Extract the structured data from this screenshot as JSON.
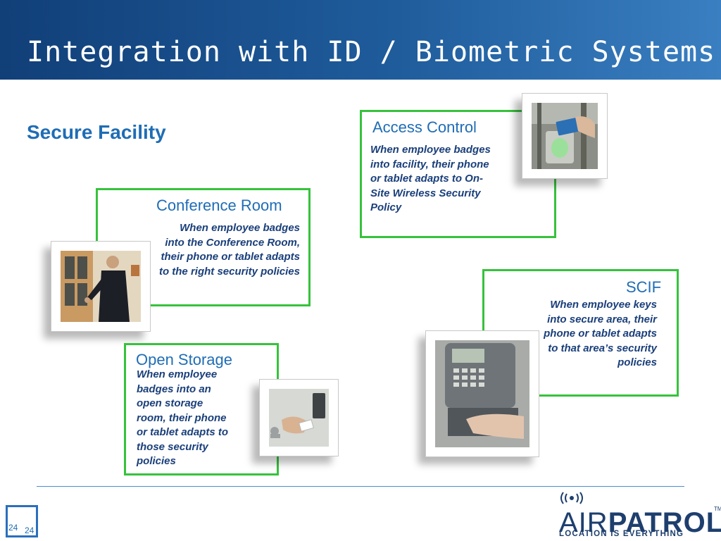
{
  "header": {
    "title": "Integration with ID / Biometric Systems"
  },
  "subtitle": "Secure Facility",
  "sections": {
    "access_control": {
      "title": "Access Control",
      "text": "When employee badges into facility, their phone or tablet adapts to On-Site Wireless Security Policy"
    },
    "conference_room": {
      "title": "Conference Room",
      "text": "When employee badges into the Conference Room, their phone or tablet adapts to the right security policies"
    },
    "scif": {
      "title": "SCIF",
      "text": "When employee keys into secure area, their phone or tablet adapts to that area’s security policies"
    },
    "open_storage": {
      "title": "Open Storage",
      "text": "When employee badges into an open storage room, their phone or tablet adapts to those security policies"
    }
  },
  "photos": {
    "access_control": "badge-reader-photo",
    "conference_room": "man-at-door-photo",
    "scif": "biometric-hand-scanner-photo",
    "open_storage": "badge-card-reader-photo"
  },
  "footer": {
    "page_number": "24",
    "page_number_small": "24",
    "logo": {
      "brand_light": "AIR",
      "brand_bold": "PATROL",
      "tagline": "LOCATION IS EVERYTHING",
      "trademark": "TM"
    }
  },
  "colors": {
    "accent_blue": "#1f6db5",
    "border_green": "#37c23c",
    "header_dark": "#113f78"
  }
}
